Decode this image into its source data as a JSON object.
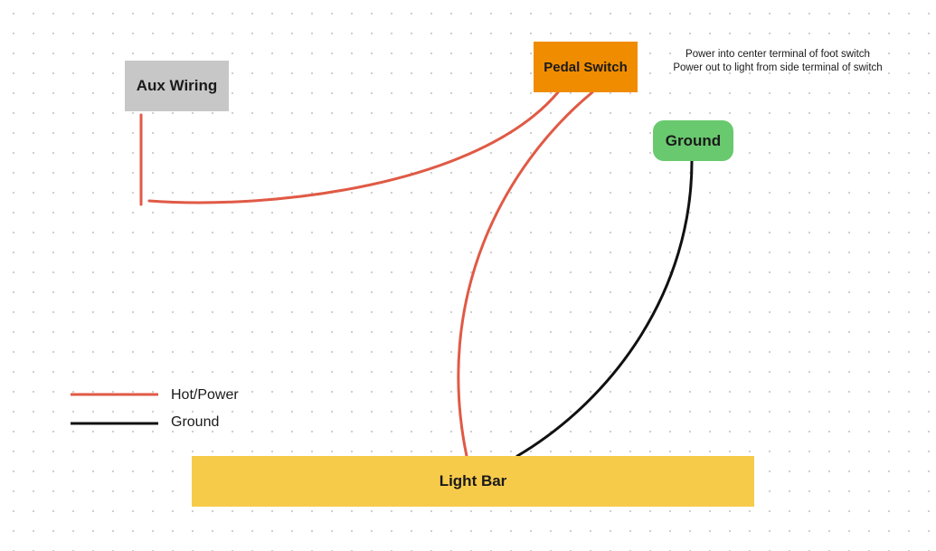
{
  "nodes": {
    "aux_wiring": {
      "label": "Aux Wiring",
      "color": "#c7c7c7"
    },
    "pedal_switch": {
      "label": "Pedal Switch",
      "color": "#f08c00"
    },
    "ground": {
      "label": "Ground",
      "color": "#69c96e"
    },
    "light_bar": {
      "label": "Light Bar",
      "color": "#f7cb4a"
    }
  },
  "notes": {
    "line1": "Power into center terminal of foot switch",
    "line2": "Power out to light from side terminal of switch"
  },
  "legend": {
    "hot": {
      "label": "Hot/Power",
      "color": "#e05a45"
    },
    "ground": {
      "label": "Ground",
      "color": "#111111"
    }
  },
  "connections": [
    {
      "from": "Aux Wiring",
      "to": "Pedal Switch",
      "type": "Hot/Power"
    },
    {
      "from": "Pedal Switch",
      "to": "Light Bar",
      "type": "Hot/Power"
    },
    {
      "from": "Ground",
      "to": "Light Bar",
      "type": "Ground"
    }
  ]
}
